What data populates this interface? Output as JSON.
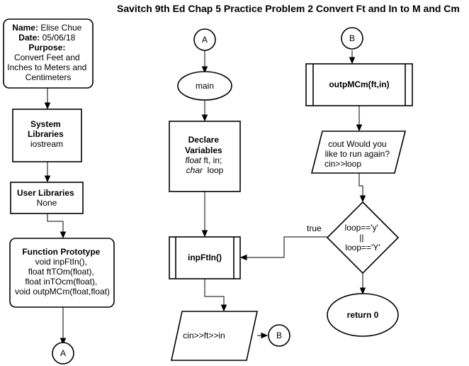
{
  "title": "Savitch 9th Ed Chap 5 Practice Problem 2 Convert Ft and In to M and Cm",
  "header_box": {
    "name_label": "Name:",
    "name_value": "Elise Chue",
    "date_label": "Date:",
    "date_value": "05/06/18",
    "purpose_label": "Purpose:",
    "purpose_lines": [
      "Convert Feet and",
      "Inches to Meters and",
      "Centimeters"
    ]
  },
  "system_libraries": {
    "title_lines": [
      "System",
      "Libraries"
    ],
    "value": "iostream"
  },
  "user_libraries": {
    "title": "User Libraries",
    "value": "None"
  },
  "function_prototype": {
    "title": "Function Prototype",
    "lines": [
      "void inpFtIn(),",
      "float ftTOm(float),",
      "float inTOcm(float),",
      "void outpMCm(float,float)"
    ]
  },
  "connectors": {
    "a": "A",
    "b": "B"
  },
  "main_label": "main",
  "declare": {
    "title_lines": [
      "Declare",
      "Variables"
    ],
    "line1_type": "float",
    "line1_rest": " ft, in;",
    "line2_type": "char",
    "line2_rest": "  loop"
  },
  "inp_process": "inpFtIn()",
  "cin_io": "cin>>ft>>in",
  "outp_process": "outpMCm(ft,in)",
  "cout_io": [
    "cout Would you",
    "like to run again?",
    "cin>>loop"
  ],
  "decision": [
    "loop=='y'",
    "||",
    "loop=='Y'"
  ],
  "true_label": "true",
  "return_label": "return 0"
}
